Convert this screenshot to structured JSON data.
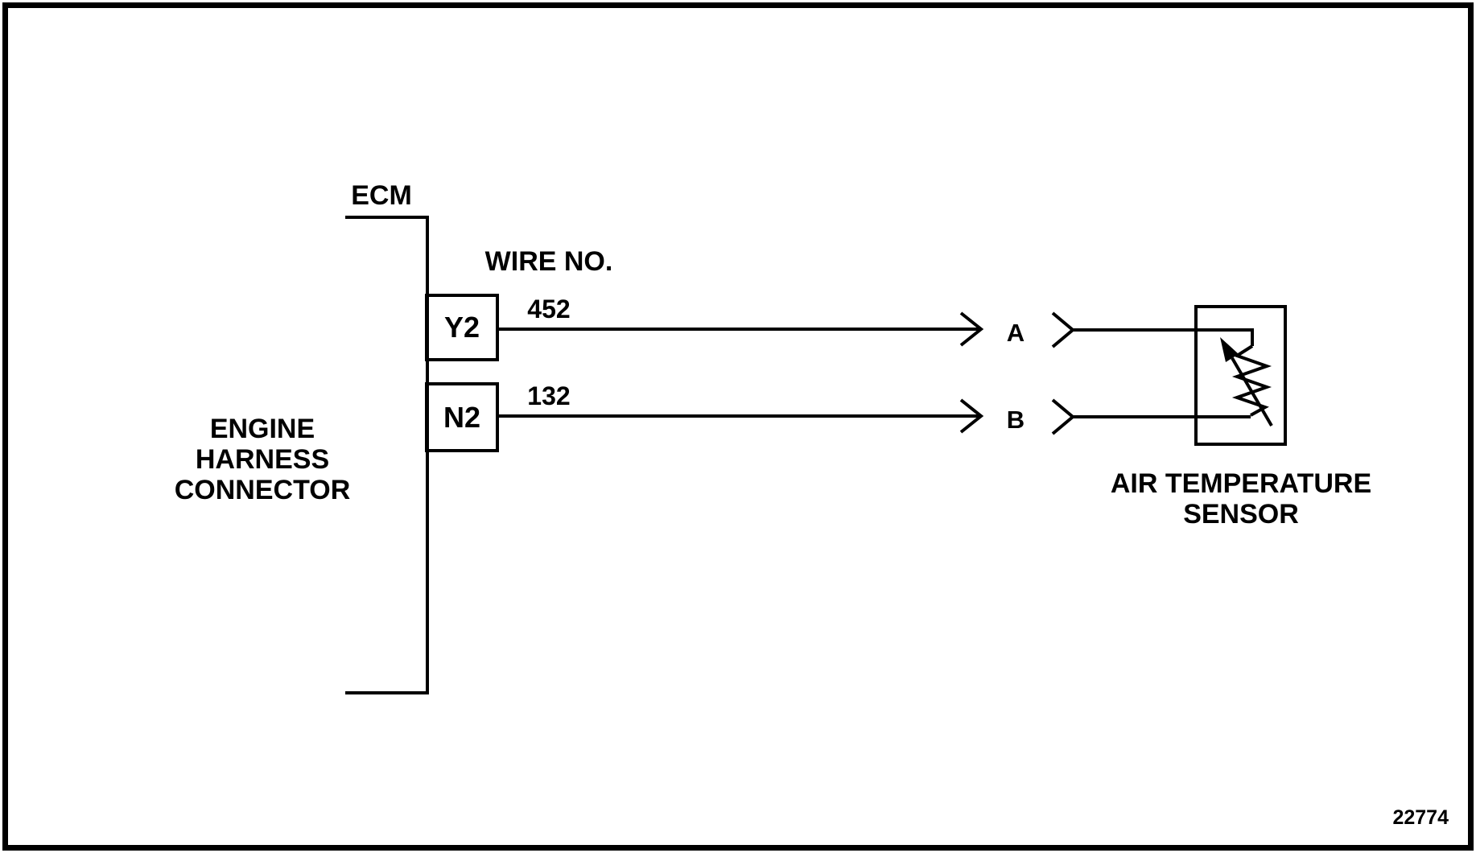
{
  "colors": {
    "ink": "#000000",
    "paper": "#ffffff"
  },
  "labels": {
    "ecm": "ECM",
    "wire_no_heading": "WIRE NO.",
    "figure_number": "22774"
  },
  "ecm_connector": {
    "name_line1": "ENGINE",
    "name_line2": "HARNESS",
    "name_line3": "CONNECTOR"
  },
  "sensor": {
    "name_line1": "AIR TEMPERATURE",
    "name_line2": "SENSOR"
  },
  "pins": [
    {
      "pin": "Y2",
      "wire_no": "452",
      "terminal": "A"
    },
    {
      "pin": "N2",
      "wire_no": "132",
      "terminal": "B"
    }
  ]
}
